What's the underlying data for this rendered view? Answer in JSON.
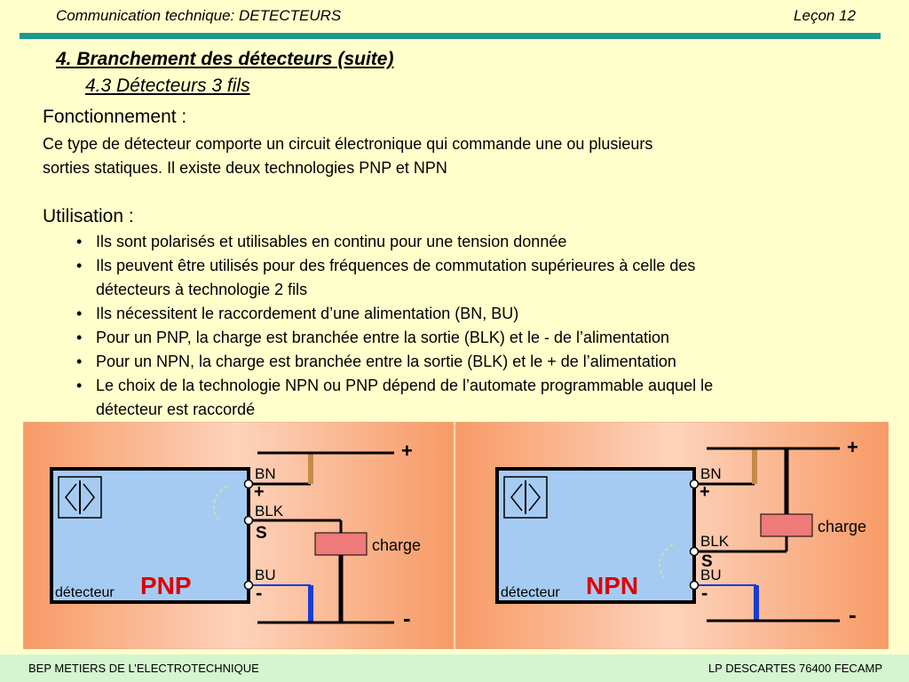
{
  "header": {
    "left": "Communication technique: DETECTEURS",
    "right": "Leçon 12"
  },
  "section_title": "4. Branchement des détecteurs (suite)",
  "subsection_title": "4.3 Détecteurs 3 fils",
  "fonctionnement": {
    "heading": "Fonctionnement :",
    "line1": "Ce type de détecteur comporte un circuit électronique qui commande une ou plusieurs",
    "line2": "sorties statiques. Il existe deux technologies PNP et NPN"
  },
  "utilisation": {
    "heading": "Utilisation :",
    "bullets": [
      "Ils sont polarisés et utilisables en continu pour une tension donnée",
      "Ils peuvent être utilisés pour des fréquences de commutation supérieures à celle des",
      "détecteurs à technologie 2 fils",
      "Ils nécessitent le raccordement d’une alimentation (BN, BU)",
      "Pour un PNP, la charge est branchée entre la sortie (BLK) et le - de l’alimentation",
      "Pour un NPN, la charge est branchée entre la sortie (BLK) et le + de l’alimentation",
      "Le choix de la technologie NPN ou PNP dépend de l’automate programmable auquel le",
      "détecteur est raccordé"
    ]
  },
  "diagrams": {
    "pnp": {
      "type_label": "PNP",
      "detector_label": "détecteur",
      "bn": "BN",
      "blk": "BLK",
      "bu": "BU",
      "plus_pin": "+",
      "s_pin": "S",
      "minus_pin": "-",
      "supply_plus": "+",
      "supply_minus": "-",
      "charge": "charge"
    },
    "npn": {
      "type_label": "NPN",
      "detector_label": "détecteur",
      "bn": "BN",
      "blk": "BLK",
      "bu": "BU",
      "plus_pin": "+",
      "s_pin": "S",
      "minus_pin": "-",
      "supply_plus": "+",
      "supply_minus": "-",
      "charge": "charge"
    }
  },
  "colors": {
    "background": "#ffffcc",
    "header_rule": "#1e9a8c",
    "figure_bg": "#f9b48a",
    "detector_fill": "#a6cbf3",
    "type_label": "#e00000",
    "charge_fill": "#ee7a7a",
    "wire_bn": "#c68a48",
    "wire_bu": "#1a3cd6",
    "footer_band": "#d4f5d0"
  },
  "footer": {
    "left": "BEP METIERS DE L’ELECTROTECHNIQUE",
    "right": "LP DESCARTES 76400 FECAMP"
  }
}
